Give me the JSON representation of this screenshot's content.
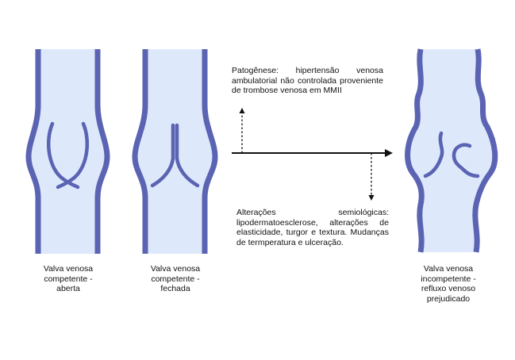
{
  "colors": {
    "vein_fill": "#dde9fb",
    "vein_wall": "#5b63b3",
    "vein_wall_dark": "#464c99",
    "arrow": "#111111"
  },
  "captions": {
    "open": "Valva venosa\ncompetente -\naberta",
    "closed": "Valva venosa\ncompetente -\nfechada",
    "incompetent": "Valva venosa\nincompetente -\nrefluxo venoso\nprejudicado"
  },
  "notes": {
    "pathogenesis": "Patogênese: hipertensão venosa ambulatorial não controlada proveniente de trombose venosa em MMII",
    "semiology": "Alterações semiológicas: lipodermatoesclerose, alterações de elasticidade, turgor e textura. Mudanças de termperatura e ulceração."
  }
}
